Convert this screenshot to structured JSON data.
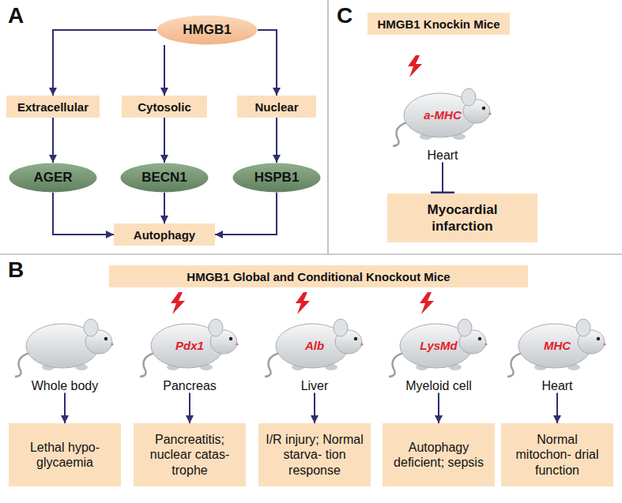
{
  "diagram": {
    "nodes": [
      {
        "text": [
          "HMGB1"
        ]
      },
      {
        "text": [
          "Extracellular"
        ]
      },
      {
        "text": [
          "Cytosolic"
        ]
      },
      {
        "text": [
          "Nuclear"
        ]
      },
      {
        "text": [
          "AGER"
        ]
      },
      {
        "text": [
          "BECN1"
        ]
      },
      {
        "text": [
          "HSPB1"
        ]
      },
      {
        "text": [
          "Autophagy"
        ]
      },
      {
        "text": [
          "HMGB1 Knockin Mice"
        ]
      },
      {
        "text": [
          "a-MHC",
          "Heart"
        ]
      },
      {
        "text": [
          "Myocardial infarction"
        ]
      },
      {
        "text": [
          "HMGB1 Global and Conditional Knockout Mice"
        ]
      },
      {
        "text": [
          "Whole body"
        ]
      },
      {
        "text": [
          "Pdx1",
          "Pancreas"
        ]
      },
      {
        "text": [
          "Alb",
          "Liver"
        ]
      },
      {
        "text": [
          "LysMd",
          "Myeloid cell"
        ]
      },
      {
        "text": [
          "MHC",
          "Heart"
        ]
      },
      {
        "text": [
          "Lethal hypo- glycaemia"
        ]
      },
      {
        "text": [
          "Pancreatitis; nuclear catas- trophe"
        ]
      },
      {
        "text": [
          "I/R injury; Normal starva- tion response"
        ]
      },
      {
        "text": [
          "Autophagy deficient; sepsis"
        ]
      },
      {
        "text": [
          "Normal mitochon- drial function"
        ]
      }
    ],
    "edges": [
      {
        "from": 0,
        "to": 1,
        "arrow": "to"
      },
      {
        "from": 0,
        "to": 2,
        "arrow": "to"
      },
      {
        "from": 0,
        "to": 3,
        "arrow": "to"
      },
      {
        "from": 1,
        "to": 4,
        "arrow": "to"
      },
      {
        "from": 2,
        "to": 5,
        "arrow": "to"
      },
      {
        "from": 3,
        "to": 6,
        "arrow": "to"
      },
      {
        "from": 4,
        "to": 7,
        "arrow": "to"
      },
      {
        "from": 5,
        "to": 7,
        "arrow": "to"
      },
      {
        "from": 6,
        "to": 7,
        "arrow": "to"
      },
      {
        "from": 9,
        "to": 10,
        "arrow": "to"
      },
      {
        "from": 12,
        "to": 17,
        "arrow": "to"
      },
      {
        "from": 13,
        "to": 18,
        "arrow": "to"
      },
      {
        "from": 14,
        "to": 19,
        "arrow": "to"
      },
      {
        "from": 15,
        "to": 20,
        "arrow": "to"
      },
      {
        "from": 16,
        "to": 21,
        "arrow": "to"
      }
    ],
    "labels": [
      "A",
      "B",
      "C"
    ]
  }
}
